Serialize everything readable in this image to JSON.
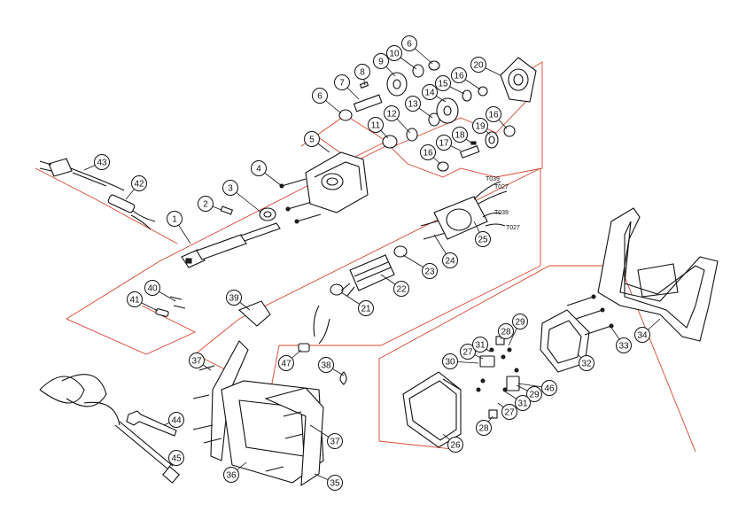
{
  "diagram": {
    "wire_labels": [
      "T039",
      "T027",
      "T039",
      "T027"
    ],
    "part_numbers": [
      "1",
      "2",
      "3",
      "4",
      "5",
      "6",
      "7",
      "8",
      "9",
      "10",
      "11",
      "12",
      "13",
      "14",
      "15",
      "16",
      "17",
      "18",
      "19",
      "20",
      "21",
      "22",
      "23",
      "24",
      "25",
      "26",
      "27",
      "28",
      "29",
      "30",
      "31",
      "32",
      "33",
      "34",
      "35",
      "36",
      "37",
      "38",
      "39",
      "40",
      "41",
      "42",
      "43",
      "44",
      "45",
      "46",
      "47"
    ],
    "callouts": [
      {
        "label": "1"
      },
      {
        "label": "2"
      },
      {
        "label": "3"
      },
      {
        "label": "4"
      },
      {
        "label": "5"
      },
      {
        "label": "6"
      },
      {
        "label": "6"
      },
      {
        "label": "7"
      },
      {
        "label": "8"
      },
      {
        "label": "9"
      },
      {
        "label": "10"
      },
      {
        "label": "11"
      },
      {
        "label": "12"
      },
      {
        "label": "13"
      },
      {
        "label": "14"
      },
      {
        "label": "15"
      },
      {
        "label": "16"
      },
      {
        "label": "16"
      },
      {
        "label": "16"
      },
      {
        "label": "17"
      },
      {
        "label": "18"
      },
      {
        "label": "19"
      },
      {
        "label": "20"
      },
      {
        "label": "21"
      },
      {
        "label": "22"
      },
      {
        "label": "23"
      },
      {
        "label": "24"
      },
      {
        "label": "25"
      },
      {
        "label": "26"
      },
      {
        "label": "27"
      },
      {
        "label": "27"
      },
      {
        "label": "28"
      },
      {
        "label": "28"
      },
      {
        "label": "29"
      },
      {
        "label": "29"
      },
      {
        "label": "30"
      },
      {
        "label": "31"
      },
      {
        "label": "31"
      },
      {
        "label": "32"
      },
      {
        "label": "33"
      },
      {
        "label": "34"
      },
      {
        "label": "35"
      },
      {
        "label": "36"
      },
      {
        "label": "37"
      },
      {
        "label": "37"
      },
      {
        "label": "38"
      },
      {
        "label": "39"
      },
      {
        "label": "40"
      },
      {
        "label": "41"
      },
      {
        "label": "42"
      },
      {
        "label": "43"
      },
      {
        "label": "44"
      },
      {
        "label": "45"
      },
      {
        "label": "46"
      },
      {
        "label": "47"
      }
    ]
  },
  "colors": {
    "guide_line": "#d9442b",
    "line_art": "#111111",
    "background": "#ffffff"
  }
}
